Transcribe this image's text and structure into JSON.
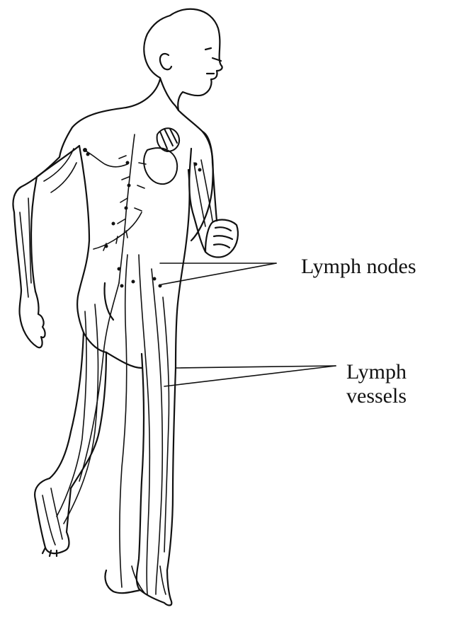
{
  "diagram": {
    "labels": {
      "lymph_nodes": "Lymph nodes",
      "lymph_vessels_line1": "Lymph",
      "lymph_vessels_line2": "vessels"
    },
    "colors": {
      "ink": "#111111",
      "background": "#ffffff"
    }
  }
}
